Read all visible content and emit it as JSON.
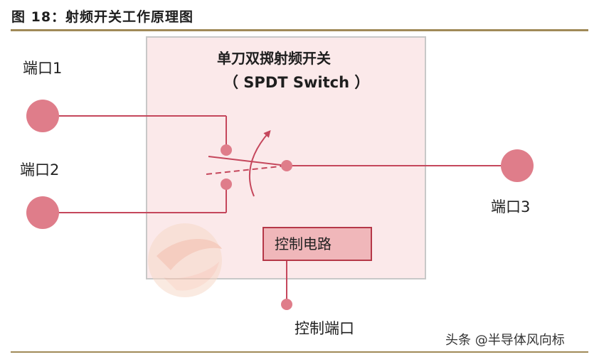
{
  "figure_title": "图 18：射频开关工作原理图",
  "switch": {
    "title": "单刀双掷射频开关",
    "subtitle": "（ SPDT Switch ）"
  },
  "ports": {
    "port1": "端口1",
    "port2": "端口2",
    "port3": "端口3",
    "control_port": "控制端口"
  },
  "control_circuit": "控制电路",
  "watermark": "头条 @半导体风向标",
  "colors": {
    "accent": "#c5475c",
    "node": "#df7d8a",
    "box_fill": "#fbe9ea",
    "box_border": "#c8c8c8",
    "rule": "#a08a58"
  }
}
